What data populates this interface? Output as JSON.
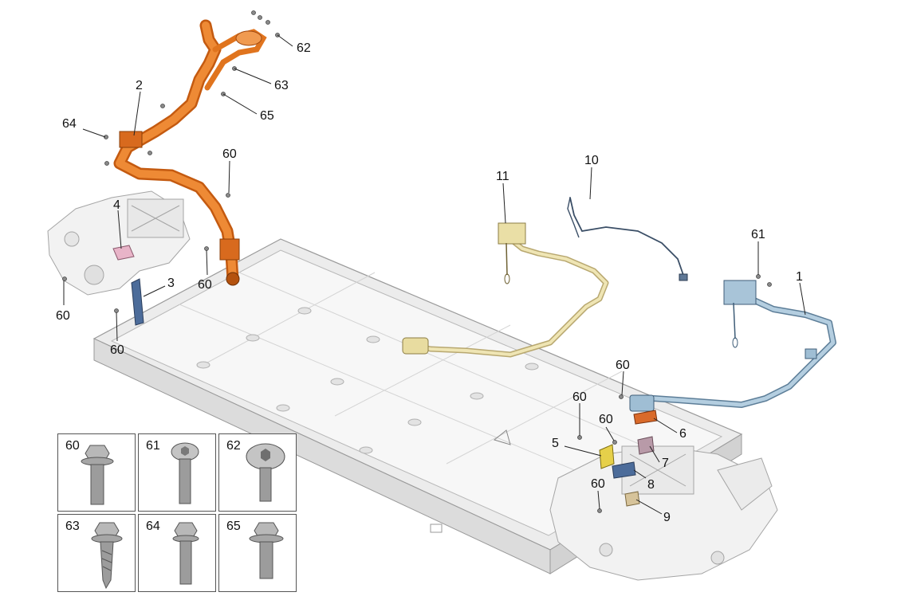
{
  "diagram": {
    "callouts": {
      "c1": "1",
      "c2": "2",
      "c3": "3",
      "c4": "4",
      "c5": "5",
      "c6": "6",
      "c7": "7",
      "c8": "8",
      "c9": "9",
      "c10": "10",
      "c11": "11",
      "c60a": "60",
      "c60b": "60",
      "c60c": "60",
      "c60d": "60",
      "c60e": "60",
      "c60f": "60",
      "c60g": "60",
      "c60h": "60",
      "c61": "61",
      "c62": "62",
      "c63": "63",
      "c64": "64",
      "c65": "65"
    },
    "fastener_legend": [
      {
        "label": "60"
      },
      {
        "label": "61"
      },
      {
        "label": "62"
      },
      {
        "label": "63"
      },
      {
        "label": "64"
      },
      {
        "label": "65"
      }
    ],
    "colors": {
      "battery": "#f4f4f4",
      "battery_edge": "#9a9a9a",
      "hv_harness_orange": "#e0741e",
      "harness_yellow": "#ede3b0",
      "harness_blue": "#a8c4d8",
      "cable_navy": "#3a4e66",
      "bracket_blue": "#4c6c9a",
      "bracket_pink": "#e8b4c8",
      "bracket_yellow": "#e6d04a",
      "bracket_orange": "#d96a2a",
      "bracket_mauve": "#b89aa8",
      "bracket_tan": "#d6c39a",
      "bolt_grey": "#8a8a8a"
    }
  }
}
